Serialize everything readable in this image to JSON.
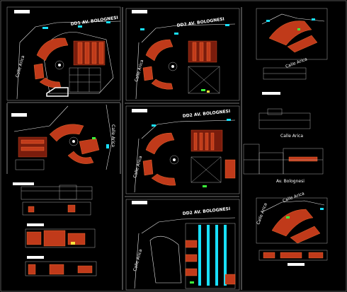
{
  "colors": {
    "background": "#000000",
    "linework": "#e8e8e8",
    "red_fill": "#c03a1a",
    "orange_edge": "#ff7a3a",
    "cyan": "#18e0ff",
    "green": "#3cff3c",
    "yellow": "#ffe23c"
  },
  "labels": {
    "av_bolognesi_1": "DD1 AV. BOLOGNESI",
    "av_bolognesi_2": "DD2 AV. BOLOGNESI",
    "av_bolognesi_3": "DD2 AV. BOLOGNESI",
    "av_bolognesi_4": "DD2 AV. BOLOGNESI",
    "calle_arica_1": "Calle Arica",
    "calle_arica_2": "Calle Arica",
    "calle_arica_3": "Calle Arica",
    "calle_arica_4": "Calle Arica",
    "calle_arica_5": "Calle Arica",
    "calle_arica_6": "Calle Arica",
    "calle_arica_7": "Calle Arica",
    "calle_arica_elev": "Calle Arica",
    "calle_arica_site": "Calle Arica",
    "av_bolognesi_elev": "Av. Bolognesi"
  }
}
